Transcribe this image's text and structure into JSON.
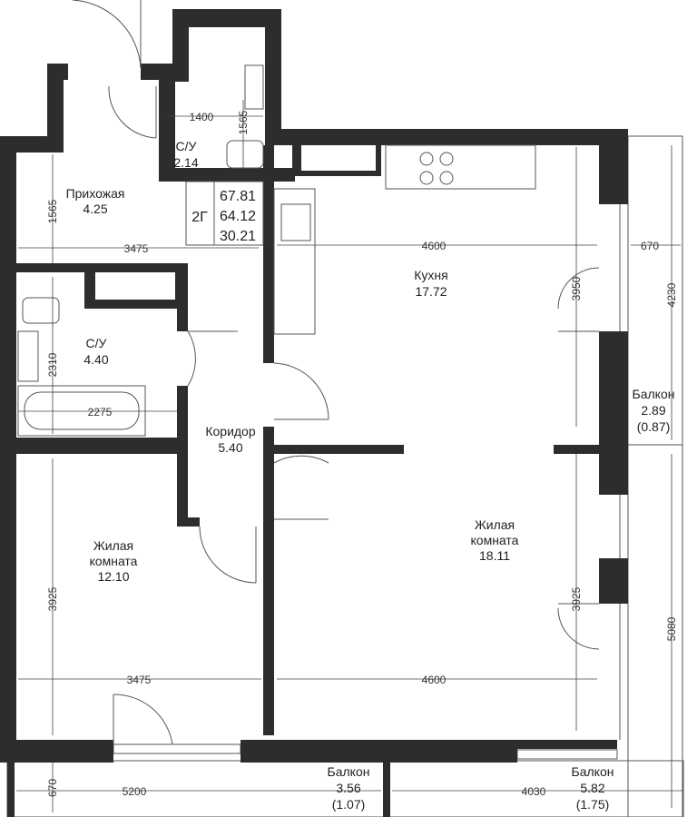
{
  "plan": {
    "type_code": "2Г",
    "areas": {
      "total": "67.81",
      "living_plus": "64.12",
      "living": "30.21"
    },
    "rooms": [
      {
        "name": "Прихожая",
        "area": "4.25"
      },
      {
        "name": "С/У",
        "area": "2.14"
      },
      {
        "name": "Кухня",
        "area": "17.72"
      },
      {
        "name": "С/У",
        "area": "4.40"
      },
      {
        "name": "Коридор",
        "area": "5.40"
      },
      {
        "name_line1": "Жилая",
        "name_line2": "комната",
        "area": "12.10"
      },
      {
        "name_line1": "Жилая",
        "name_line2": "комната",
        "area": "18.11"
      },
      {
        "name": "Балкон",
        "area": "2.89",
        "area_coef": "(0.87)"
      },
      {
        "name": "Балкон",
        "area": "3.56",
        "area_coef": "(1.07)"
      },
      {
        "name": "Балкон",
        "area": "5.82",
        "area_coef": "(1.75)"
      }
    ],
    "dimensions": {
      "su_small_w": "1400",
      "su_small_h": "1565",
      "hall_h": "1565",
      "hall_w": "3475",
      "kitchen_w": "4600",
      "kitchen_h": "3950",
      "balcony1_w": "670",
      "balcony1_h": "4230",
      "bath_h": "2310",
      "bath_w": "2275",
      "room1_h": "3925",
      "room1_w": "3475",
      "room2_h": "3925",
      "room2_w": "4600",
      "balcony_right_h": "5080",
      "balcony2_h": "670",
      "balcony2_w": "5200",
      "balcony3_w": "4030"
    }
  }
}
